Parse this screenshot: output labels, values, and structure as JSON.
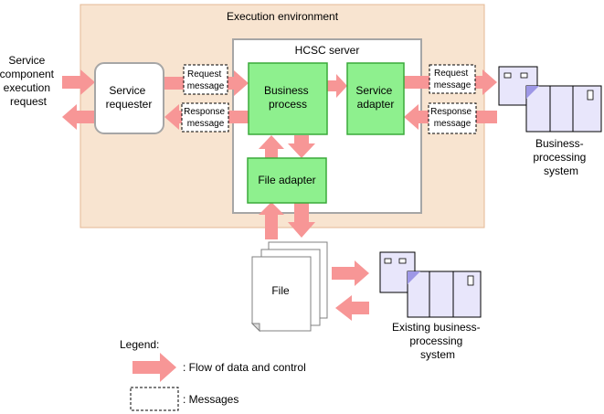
{
  "title": "Execution environment",
  "hcsc_server": "HCSC server",
  "input_label": [
    "Service",
    "component",
    "execution",
    "request"
  ],
  "service_requester": [
    "Service",
    "requester"
  ],
  "business_process": [
    "Business",
    "process"
  ],
  "service_adapter": [
    "Service",
    "adapter"
  ],
  "file_adapter": "File adapter",
  "request_message": [
    "Request",
    "message"
  ],
  "response_message": [
    "Response",
    "message"
  ],
  "file": "File",
  "business_system": [
    "Business-",
    "processing",
    "system"
  ],
  "existing_system": [
    "Existing business-",
    "processing",
    "system"
  ],
  "legend": {
    "title": "Legend:",
    "flow": ": Flow of data and control",
    "messages": ": Messages"
  },
  "colors": {
    "environment_bg": "#f8e4d0",
    "environment_border": "#e4b894",
    "component_fill": "#8ef08e",
    "component_border": "#3aaa3a",
    "arrow": "#f79696",
    "system_fill": "#e8e6fb"
  }
}
